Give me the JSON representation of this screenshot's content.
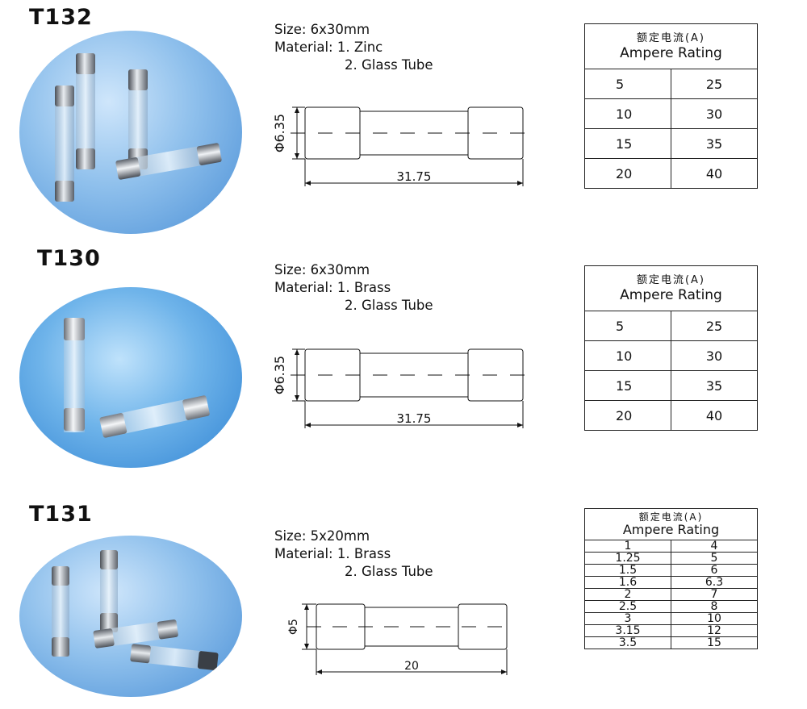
{
  "products": [
    {
      "model": "T132",
      "size": "Size: 6x30mm",
      "material_1": "Material: 1. Zinc",
      "material_2": "2. Glass Tube",
      "dim_diameter": "Φ6.35",
      "dim_length": "31.75",
      "rating_header_cn": "额定电流(A)",
      "rating_header_en": "Ampere Rating",
      "ratings": [
        [
          "5",
          "25"
        ],
        [
          "10",
          "30"
        ],
        [
          "15",
          "35"
        ],
        [
          "20",
          "40"
        ]
      ]
    },
    {
      "model": "T130",
      "size": "Size: 6x30mm",
      "material_1": "Material: 1. Brass",
      "material_2": "2. Glass Tube",
      "dim_diameter": "Φ6.35",
      "dim_length": "31.75",
      "rating_header_cn": "额定电流(A)",
      "rating_header_en": "Ampere Rating",
      "ratings": [
        [
          "5",
          "25"
        ],
        [
          "10",
          "30"
        ],
        [
          "15",
          "35"
        ],
        [
          "20",
          "40"
        ]
      ]
    },
    {
      "model": "T131",
      "size": "Size: 5x20mm",
      "material_1": "Material: 1. Brass",
      "material_2": "2. Glass Tube",
      "dim_diameter": "Φ5",
      "dim_length": "20",
      "rating_header_cn": "额定电流(A)",
      "rating_header_en": "Ampere Rating",
      "ratings": [
        [
          "1",
          "4"
        ],
        [
          "1.25",
          "5"
        ],
        [
          "1.5",
          "6"
        ],
        [
          "1.6",
          "6.3"
        ],
        [
          "2",
          "7"
        ],
        [
          "2.5",
          "8"
        ],
        [
          "3",
          "10"
        ],
        [
          "3.15",
          "12"
        ],
        [
          "3.5",
          "15"
        ]
      ]
    }
  ]
}
